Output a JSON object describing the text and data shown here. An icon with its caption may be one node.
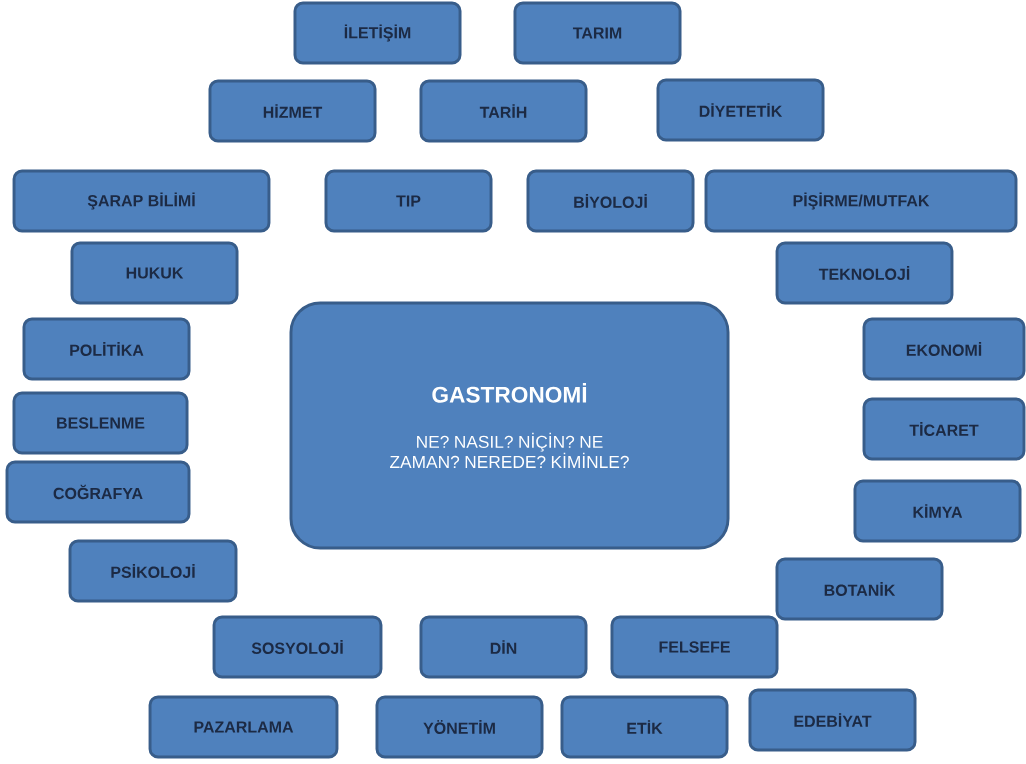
{
  "diagram": {
    "nodes": [
      {
        "text": [
          "İLETİŞİM"
        ]
      },
      {
        "text": [
          "TARIM"
        ]
      },
      {
        "text": [
          "HİZMET"
        ]
      },
      {
        "text": [
          "TARİH"
        ]
      },
      {
        "text": [
          "DİYETETİK"
        ]
      },
      {
        "text": [
          "ŞARAP BİLİMİ"
        ]
      },
      {
        "text": [
          "TIP"
        ]
      },
      {
        "text": [
          "BİYOLOJİ"
        ]
      },
      {
        "text": [
          "PİŞİRME/MUTFAK"
        ]
      },
      {
        "text": [
          "HUKUK"
        ]
      },
      {
        "text": [
          "TEKNOLOJİ"
        ]
      },
      {
        "text": [
          "GASTRONOMİ",
          "NE? NASIL? NİÇİN? NE ZAMAN? NEREDE? KİMİNLE?"
        ]
      },
      {
        "text": [
          "POLİTİKA"
        ]
      },
      {
        "text": [
          "EKONOMİ"
        ]
      },
      {
        "text": [
          "BESLENME"
        ]
      },
      {
        "text": [
          "TİCARET"
        ]
      },
      {
        "text": [
          "COĞRAFYA"
        ]
      },
      {
        "text": [
          "KİMYA"
        ]
      },
      {
        "text": [
          "PSİKOLOJİ"
        ]
      },
      {
        "text": [
          "BOTANİK"
        ]
      },
      {
        "text": [
          "SOSYOLOJİ"
        ]
      },
      {
        "text": [
          "DİN"
        ]
      },
      {
        "text": [
          "FELSEFE"
        ]
      },
      {
        "text": [
          "PAZARLAMA"
        ]
      },
      {
        "text": [
          "YÖNETİM"
        ]
      },
      {
        "text": [
          "ETİK"
        ]
      },
      {
        "text": [
          "EDEBİYAT"
        ]
      }
    ]
  }
}
